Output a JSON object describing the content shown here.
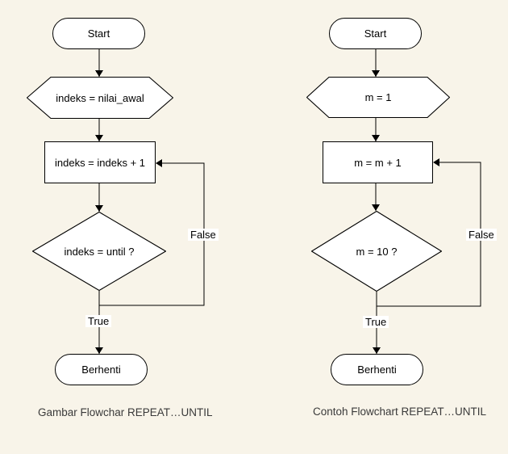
{
  "colors": {
    "background": "#F8F4E9",
    "shape_fill": "#FFFFFF",
    "line": "#000000",
    "caption_text": "#3A3A3A"
  },
  "charts": {
    "left": {
      "nodes": {
        "start": "Start",
        "prepare": "indeks = nilai_awal",
        "process": "indeks = indeks + 1",
        "decision": "indeks = until ?",
        "end": "Berhenti"
      },
      "edge_labels": {
        "true": "True",
        "false": "False"
      },
      "caption": "Gambar Flowchar REPEAT…UNTIL"
    },
    "right": {
      "nodes": {
        "start": "Start",
        "prepare": "m = 1",
        "process": "m = m + 1",
        "decision": "m = 10 ?",
        "end": "Berhenti"
      },
      "edge_labels": {
        "true": "True",
        "false": "False"
      },
      "caption": "Contoh Flowchart REPEAT…UNTIL"
    }
  }
}
